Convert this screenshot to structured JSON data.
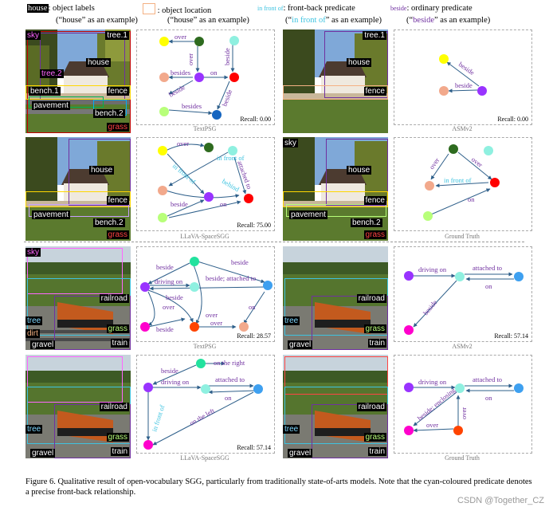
{
  "legend": {
    "house_tag": "house",
    "object_labels": ": object labels",
    "house_example": "(“house” as an example)",
    "object_location": ": object location",
    "location_example": "(“house” as an example)",
    "in_front_of": "in front of",
    "front_back": ": front-back predicate",
    "front_back_example_pre": "(“",
    "front_back_example_word": "in front of",
    "front_back_example_post": "” as an example)",
    "beside": "beside",
    "ordinary": ": ordinary predicate",
    "ordinary_example_pre": "(“",
    "ordinary_example_word": "beside",
    "ordinary_example_post": "” as an example)"
  },
  "colors": {
    "cyan": "#3ec3e0",
    "purple": "#7030a0",
    "arrow": "#2e5f8a"
  },
  "rows": [
    {
      "photos": [
        {
          "labels": [
            "sky",
            "tree.1",
            "house",
            "tree.2",
            "bench.1",
            "fence",
            "pavement",
            "bench.2",
            "grass"
          ]
        },
        {
          "labels": [
            "tree.1",
            "house",
            "fence"
          ]
        }
      ],
      "graphs": [
        {
          "edges": [
            "over",
            "over",
            "beside",
            "on",
            "besides",
            "beside",
            "besides",
            "beside"
          ],
          "recall": "Recall: 0.00",
          "caption": "TextPSG"
        },
        {
          "edges": [
            "beside",
            "beside"
          ],
          "recall": "Recall: 0.00",
          "caption": "ASMv2"
        }
      ]
    },
    {
      "photos": [
        {
          "labels": [
            "house",
            "fence",
            "pavement",
            "bench.2",
            "grass"
          ]
        },
        {
          "labels": [
            "sky",
            "house",
            "fence",
            "pavement",
            "bench.2",
            "grass"
          ]
        }
      ],
      "graphs": [
        {
          "edges": [
            "over",
            "in front of",
            "attached to",
            "in front of",
            "behind",
            "beside",
            "on"
          ],
          "recall": "Recall: 75.00",
          "caption": "LLaVA-SpaceSGG"
        },
        {
          "edges": [
            "over",
            "over",
            "in front of",
            "on"
          ],
          "recall": "",
          "caption": "Ground Truth"
        }
      ]
    },
    {
      "photos": [
        {
          "labels": [
            "sky",
            "railroad",
            "tree",
            "dirt",
            "grass",
            "gravel",
            "train"
          ]
        },
        {
          "labels": [
            "railroad",
            "tree",
            "grass",
            "gravel",
            "train"
          ]
        }
      ],
      "graphs": [
        {
          "edges": [
            "beside",
            "beside",
            "driving on",
            "beside; attached to",
            "beside",
            "over",
            "on",
            "beside",
            "over",
            "over"
          ],
          "recall": "Recall: 28.57",
          "caption": "TextPSG"
        },
        {
          "edges": [
            "driving on",
            "attached to",
            "on",
            "beside"
          ],
          "recall": "Recall: 57.14",
          "caption": "ASMv2"
        }
      ]
    },
    {
      "photos": [
        {
          "labels": [
            "railroad",
            "tree",
            "grass",
            "gravel",
            "train"
          ]
        },
        {
          "labels": [
            "railroad",
            "tree",
            "grass",
            "gravel",
            "train"
          ]
        }
      ],
      "graphs": [
        {
          "edges": [
            "beside",
            "on the right",
            "driving on",
            "attached to",
            "on",
            "in front of",
            "on the left"
          ],
          "recall": "Recall: 57.14",
          "caption": "LLaVA-SpaceSGG"
        },
        {
          "edges": [
            "driving on",
            "attached to",
            "on",
            "beside; enclosing",
            "over",
            "over"
          ],
          "recall": "",
          "caption": "Ground Truth"
        }
      ]
    }
  ],
  "caption": "Figure 6.  Qualitative result of open-vocabulary SGG, particularly from traditionally state-of-arts models.  Note that the cyan-coloured predicate denotes a precise front-back relationship.",
  "watermark": "CSDN @Together_CZ"
}
